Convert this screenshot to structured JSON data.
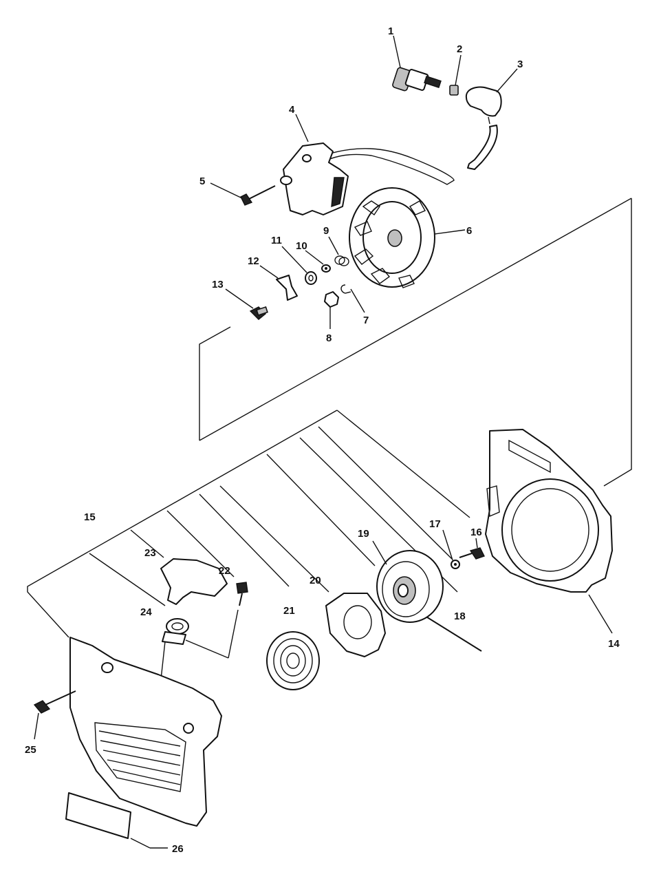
{
  "diagram": {
    "callouts": [
      {
        "id": "1",
        "label": "1"
      },
      {
        "id": "2",
        "label": "2"
      },
      {
        "id": "3",
        "label": "3"
      },
      {
        "id": "4",
        "label": "4"
      },
      {
        "id": "5",
        "label": "5"
      },
      {
        "id": "6",
        "label": "6"
      },
      {
        "id": "7",
        "label": "7"
      },
      {
        "id": "8",
        "label": "8"
      },
      {
        "id": "9",
        "label": "9"
      },
      {
        "id": "10",
        "label": "10"
      },
      {
        "id": "11",
        "label": "11"
      },
      {
        "id": "12",
        "label": "12"
      },
      {
        "id": "13",
        "label": "13"
      },
      {
        "id": "14",
        "label": "14"
      },
      {
        "id": "15",
        "label": "15"
      },
      {
        "id": "16",
        "label": "16"
      },
      {
        "id": "17",
        "label": "17"
      },
      {
        "id": "18",
        "label": "18"
      },
      {
        "id": "19",
        "label": "19"
      },
      {
        "id": "20",
        "label": "20"
      },
      {
        "id": "21",
        "label": "21"
      },
      {
        "id": "22",
        "label": "22"
      },
      {
        "id": "23",
        "label": "23"
      },
      {
        "id": "24",
        "label": "24"
      },
      {
        "id": "25",
        "label": "25"
      },
      {
        "id": "26",
        "label": "26"
      }
    ]
  }
}
